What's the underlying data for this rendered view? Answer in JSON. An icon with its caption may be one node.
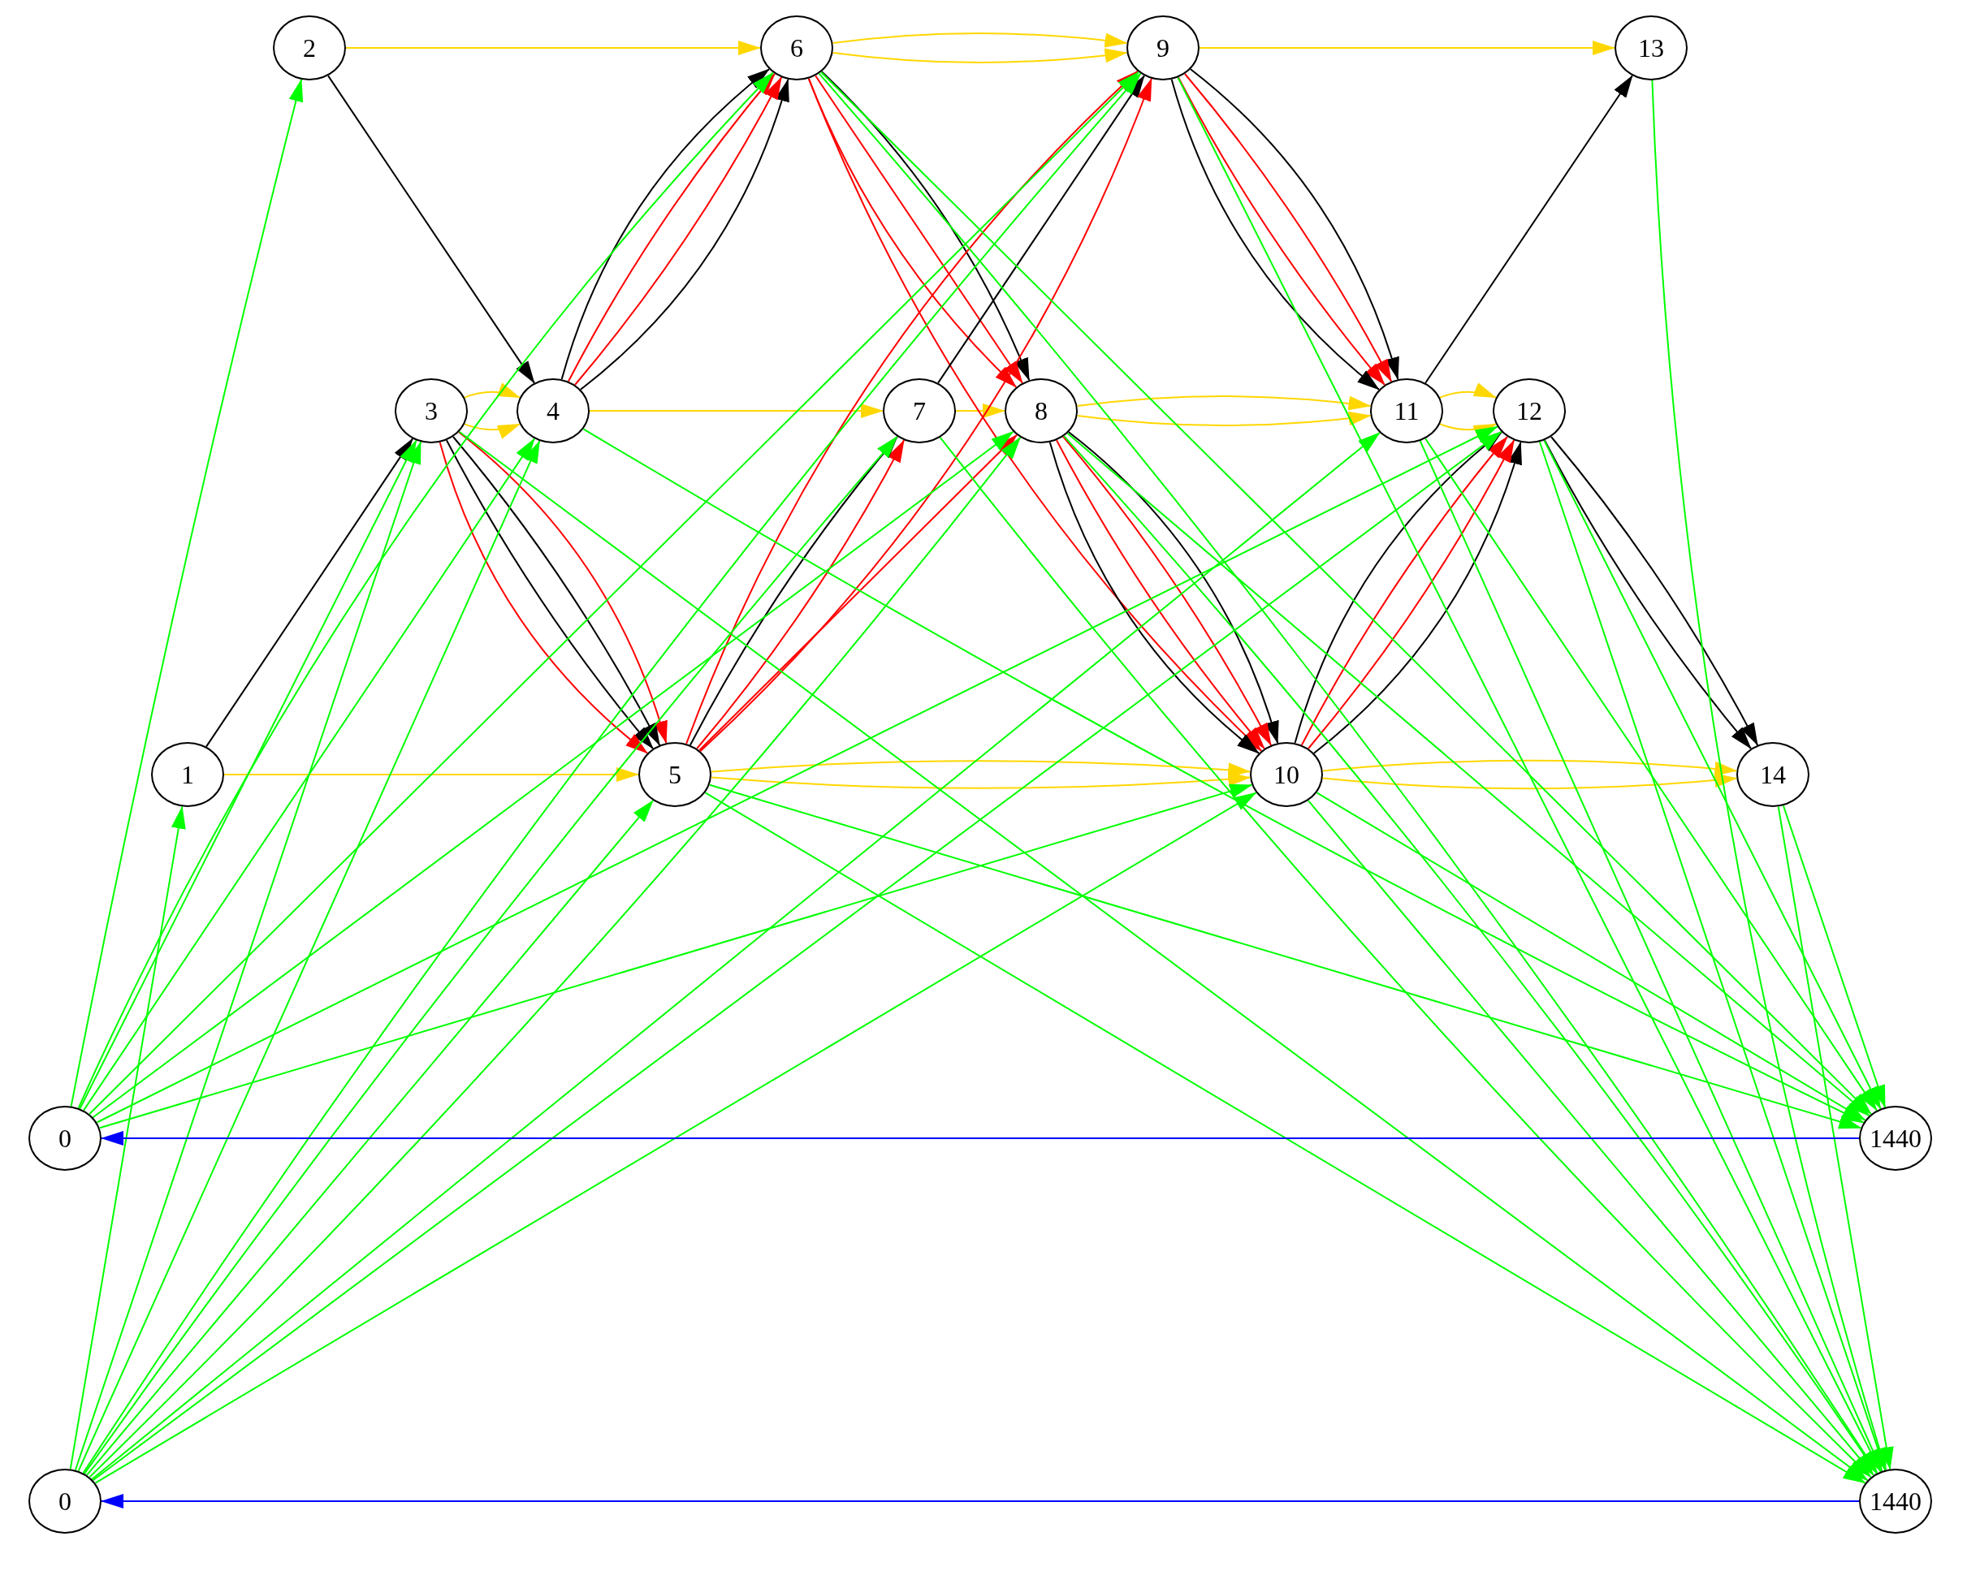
{
  "diagram": {
    "nodes": [
      {
        "text": [
          "2"
        ]
      },
      {
        "text": [
          "6"
        ]
      },
      {
        "text": [
          "9"
        ]
      },
      {
        "text": [
          "13"
        ]
      },
      {
        "text": [
          "3"
        ]
      },
      {
        "text": [
          "4"
        ]
      },
      {
        "text": [
          "7"
        ]
      },
      {
        "text": [
          "8"
        ]
      },
      {
        "text": [
          "11"
        ]
      },
      {
        "text": [
          "12"
        ]
      },
      {
        "text": [
          "1"
        ]
      },
      {
        "text": [
          "5"
        ]
      },
      {
        "text": [
          "10"
        ]
      },
      {
        "text": [
          "14"
        ]
      },
      {
        "text": [
          "0"
        ]
      },
      {
        "text": [
          "1440"
        ]
      },
      {
        "text": [
          "0"
        ]
      },
      {
        "text": [
          "1440"
        ]
      }
    ],
    "edges": [
      {
        "from": 0,
        "to": 1,
        "arrow": "to",
        "color": "#ffd700"
      },
      {
        "from": 1,
        "to": 2,
        "arrow": "to",
        "color": "#ffd700"
      },
      {
        "from": 1,
        "to": 2,
        "arrow": "to",
        "color": "#ffd700"
      },
      {
        "from": 2,
        "to": 3,
        "arrow": "to",
        "color": "#ffd700"
      },
      {
        "from": 4,
        "to": 5,
        "arrow": "to",
        "color": "#ffd700"
      },
      {
        "from": 4,
        "to": 5,
        "arrow": "to",
        "color": "#ffd700"
      },
      {
        "from": 5,
        "to": 6,
        "arrow": "to",
        "color": "#ffd700"
      },
      {
        "from": 6,
        "to": 7,
        "arrow": "to",
        "color": "#ffd700"
      },
      {
        "from": 7,
        "to": 8,
        "arrow": "to",
        "color": "#ffd700"
      },
      {
        "from": 7,
        "to": 8,
        "arrow": "to",
        "color": "#ffd700"
      },
      {
        "from": 8,
        "to": 9,
        "arrow": "to",
        "color": "#ffd700"
      },
      {
        "from": 8,
        "to": 9,
        "arrow": "to",
        "color": "#ffd700"
      },
      {
        "from": 10,
        "to": 11,
        "arrow": "to",
        "color": "#ffd700"
      },
      {
        "from": 11,
        "to": 12,
        "arrow": "to",
        "color": "#ffd700"
      },
      {
        "from": 11,
        "to": 12,
        "arrow": "to",
        "color": "#ffd700"
      },
      {
        "from": 12,
        "to": 13,
        "arrow": "to",
        "color": "#ffd700"
      },
      {
        "from": 12,
        "to": 13,
        "arrow": "to",
        "color": "#ffd700"
      },
      {
        "from": 0,
        "to": 5,
        "arrow": "to",
        "color": "#000000"
      },
      {
        "from": 10,
        "to": 4,
        "arrow": "to",
        "color": "#000000"
      },
      {
        "from": 5,
        "to": 1,
        "arrow": "to",
        "color": "#000000"
      },
      {
        "from": 5,
        "to": 1,
        "arrow": "to",
        "color": "#ff0000"
      },
      {
        "from": 5,
        "to": 1,
        "arrow": "to",
        "color": "#ff0000"
      },
      {
        "from": 5,
        "to": 1,
        "arrow": "to",
        "color": "#000000"
      },
      {
        "from": 1,
        "to": 7,
        "arrow": "to",
        "color": "#000000"
      },
      {
        "from": 1,
        "to": 7,
        "arrow": "to",
        "color": "#ff0000"
      },
      {
        "from": 1,
        "to": 7,
        "arrow": "to",
        "color": "#ff0000"
      },
      {
        "from": 1,
        "to": 12,
        "arrow": "to",
        "color": "#ff0000"
      },
      {
        "from": 4,
        "to": 11,
        "arrow": "to",
        "color": "#ff0000"
      },
      {
        "from": 4,
        "to": 11,
        "arrow": "to",
        "color": "#000000"
      },
      {
        "from": 4,
        "to": 11,
        "arrow": "to",
        "color": "#000000"
      },
      {
        "from": 4,
        "to": 11,
        "arrow": "to",
        "color": "#ff0000"
      },
      {
        "from": 11,
        "to": 6,
        "arrow": "to",
        "color": "#ff0000"
      },
      {
        "from": 11,
        "to": 6,
        "arrow": "to",
        "color": "#000000"
      },
      {
        "from": 6,
        "to": 2,
        "arrow": "to",
        "color": "#000000"
      },
      {
        "from": 11,
        "to": 2,
        "arrow": "to",
        "color": "#ff0000"
      },
      {
        "from": 11,
        "to": 2,
        "arrow": "to",
        "color": "#ff0000"
      },
      {
        "from": 11,
        "to": 7,
        "arrow": "to",
        "color": "#ff0000"
      },
      {
        "from": 2,
        "to": 8,
        "arrow": "to",
        "color": "#000000"
      },
      {
        "from": 2,
        "to": 8,
        "arrow": "to",
        "color": "#ff0000"
      },
      {
        "from": 2,
        "to": 8,
        "arrow": "to",
        "color": "#ff0000"
      },
      {
        "from": 2,
        "to": 8,
        "arrow": "to",
        "color": "#000000"
      },
      {
        "from": 8,
        "to": 3,
        "arrow": "to",
        "color": "#000000"
      },
      {
        "from": 7,
        "to": 12,
        "arrow": "to",
        "color": "#000000"
      },
      {
        "from": 7,
        "to": 12,
        "arrow": "to",
        "color": "#ff0000"
      },
      {
        "from": 7,
        "to": 12,
        "arrow": "to",
        "color": "#ff0000"
      },
      {
        "from": 7,
        "to": 12,
        "arrow": "to",
        "color": "#000000"
      },
      {
        "from": 12,
        "to": 9,
        "arrow": "to",
        "color": "#000000"
      },
      {
        "from": 12,
        "to": 9,
        "arrow": "to",
        "color": "#ff0000"
      },
      {
        "from": 12,
        "to": 9,
        "arrow": "to",
        "color": "#ff0000"
      },
      {
        "from": 12,
        "to": 9,
        "arrow": "to",
        "color": "#000000"
      },
      {
        "from": 9,
        "to": 13,
        "arrow": "to",
        "color": "#000000"
      },
      {
        "from": 9,
        "to": 13,
        "arrow": "to",
        "color": "#000000"
      },
      {
        "from": 14,
        "to": 0,
        "arrow": "to"
      },
      {
        "from": 14,
        "to": 4,
        "arrow": "to"
      },
      {
        "from": 14,
        "to": 5,
        "arrow": "to"
      },
      {
        "from": 14,
        "to": 1,
        "arrow": "to"
      },
      {
        "from": 14,
        "to": 7,
        "arrow": "to"
      },
      {
        "from": 14,
        "to": 2,
        "arrow": "to"
      },
      {
        "from": 14,
        "to": 12,
        "arrow": "to"
      },
      {
        "from": 14,
        "to": 9,
        "arrow": "to"
      },
      {
        "from": 16,
        "to": 10,
        "arrow": "to"
      },
      {
        "from": 16,
        "to": 4,
        "arrow": "to"
      },
      {
        "from": 16,
        "to": 5,
        "arrow": "to"
      },
      {
        "from": 16,
        "to": 11,
        "arrow": "to"
      },
      {
        "from": 16,
        "to": 6,
        "arrow": "to"
      },
      {
        "from": 16,
        "to": 7,
        "arrow": "to"
      },
      {
        "from": 16,
        "to": 2,
        "arrow": "to"
      },
      {
        "from": 16,
        "to": 12,
        "arrow": "to"
      },
      {
        "from": 16,
        "to": 8,
        "arrow": "to"
      },
      {
        "from": 16,
        "to": 9,
        "arrow": "to"
      },
      {
        "from": 5,
        "to": 15,
        "arrow": "to"
      },
      {
        "from": 11,
        "to": 15,
        "arrow": "to"
      },
      {
        "from": 1,
        "to": 15,
        "arrow": "to"
      },
      {
        "from": 7,
        "to": 15,
        "arrow": "to"
      },
      {
        "from": 12,
        "to": 15,
        "arrow": "to"
      },
      {
        "from": 8,
        "to": 15,
        "arrow": "to"
      },
      {
        "from": 9,
        "to": 15,
        "arrow": "to"
      },
      {
        "from": 13,
        "to": 15,
        "arrow": "to"
      },
      {
        "from": 4,
        "to": 17,
        "arrow": "to"
      },
      {
        "from": 11,
        "to": 17,
        "arrow": "to"
      },
      {
        "from": 1,
        "to": 17,
        "arrow": "to"
      },
      {
        "from": 6,
        "to": 17,
        "arrow": "to"
      },
      {
        "from": 7,
        "to": 17,
        "arrow": "to"
      },
      {
        "from": 2,
        "to": 17,
        "arrow": "to"
      },
      {
        "from": 12,
        "to": 17,
        "arrow": "to"
      },
      {
        "from": 8,
        "to": 17,
        "arrow": "to"
      },
      {
        "from": 9,
        "to": 17,
        "arrow": "to"
      },
      {
        "from": 3,
        "to": 17,
        "arrow": "to"
      },
      {
        "from": 13,
        "to": 17,
        "arrow": "to"
      },
      {
        "from": 15,
        "to": 14,
        "arrow": "to",
        "color": "#0000ff"
      },
      {
        "from": 17,
        "to": 16,
        "arrow": "to",
        "color": "#0000ff"
      }
    ]
  }
}
